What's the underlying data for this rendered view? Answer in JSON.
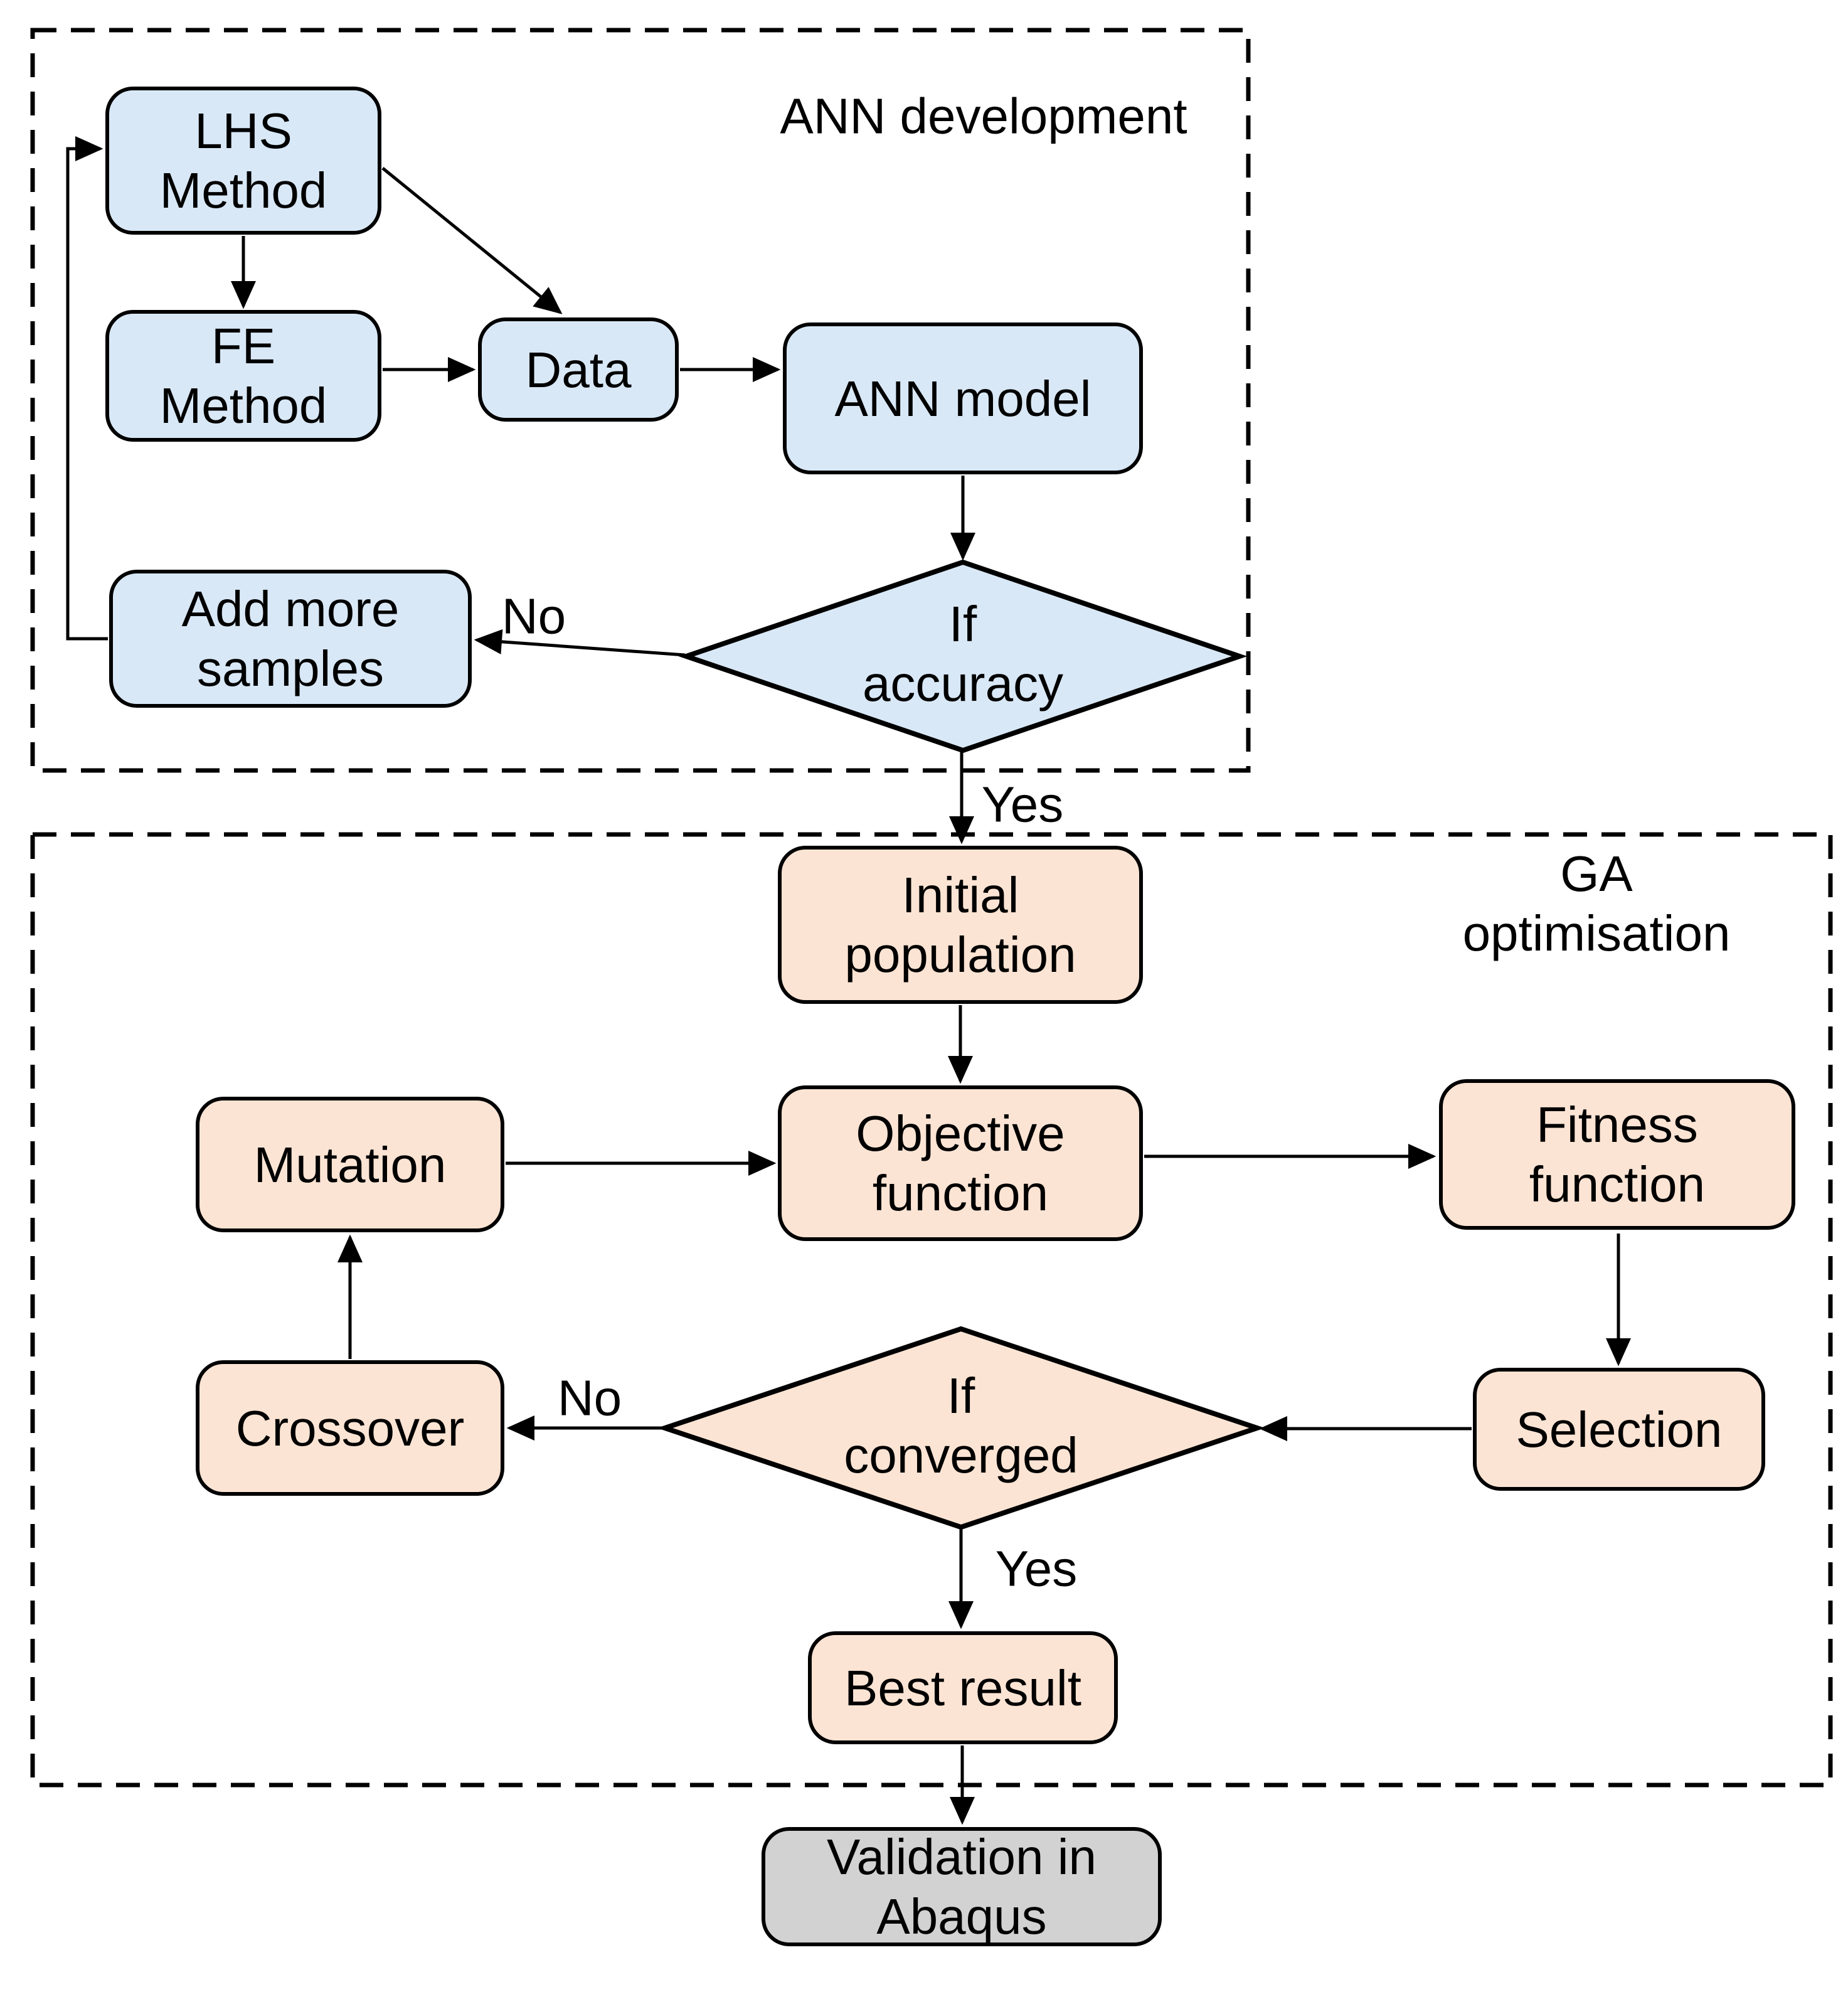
{
  "colors": {
    "node_blue": "#d9e8f6",
    "node_peach": "#fce4d4",
    "node_gray": "#d2d2d2",
    "stroke": "#000000",
    "background": "#ffffff"
  },
  "sections": {
    "ann_development": {
      "label": "ANN development"
    },
    "ga_optimisation": {
      "label": "GA optimisation"
    }
  },
  "nodes": {
    "lhs_method": {
      "label": "LHS\nMethod"
    },
    "fe_method": {
      "label": "FE\nMethod"
    },
    "data": {
      "label": "Data"
    },
    "ann_model": {
      "label": "ANN model"
    },
    "add_more_samples": {
      "label": "Add more\nsamples"
    },
    "if_accuracy": {
      "label": "If\naccuracy"
    },
    "initial_population": {
      "label": "Initial\npopulation"
    },
    "objective_function": {
      "label": "Objective\nfunction"
    },
    "fitness_function": {
      "label": "Fitness\nfunction"
    },
    "selection": {
      "label": "Selection"
    },
    "if_converged": {
      "label": "If\nconverged"
    },
    "crossover": {
      "label": "Crossover"
    },
    "mutation": {
      "label": "Mutation"
    },
    "best_result": {
      "label": "Best result"
    },
    "validation_abaqus": {
      "label": "Validation in\nAbaqus"
    }
  },
  "edge_labels": {
    "accuracy_no": "No",
    "accuracy_yes": "Yes",
    "converged_no": "No",
    "converged_yes": "Yes"
  }
}
